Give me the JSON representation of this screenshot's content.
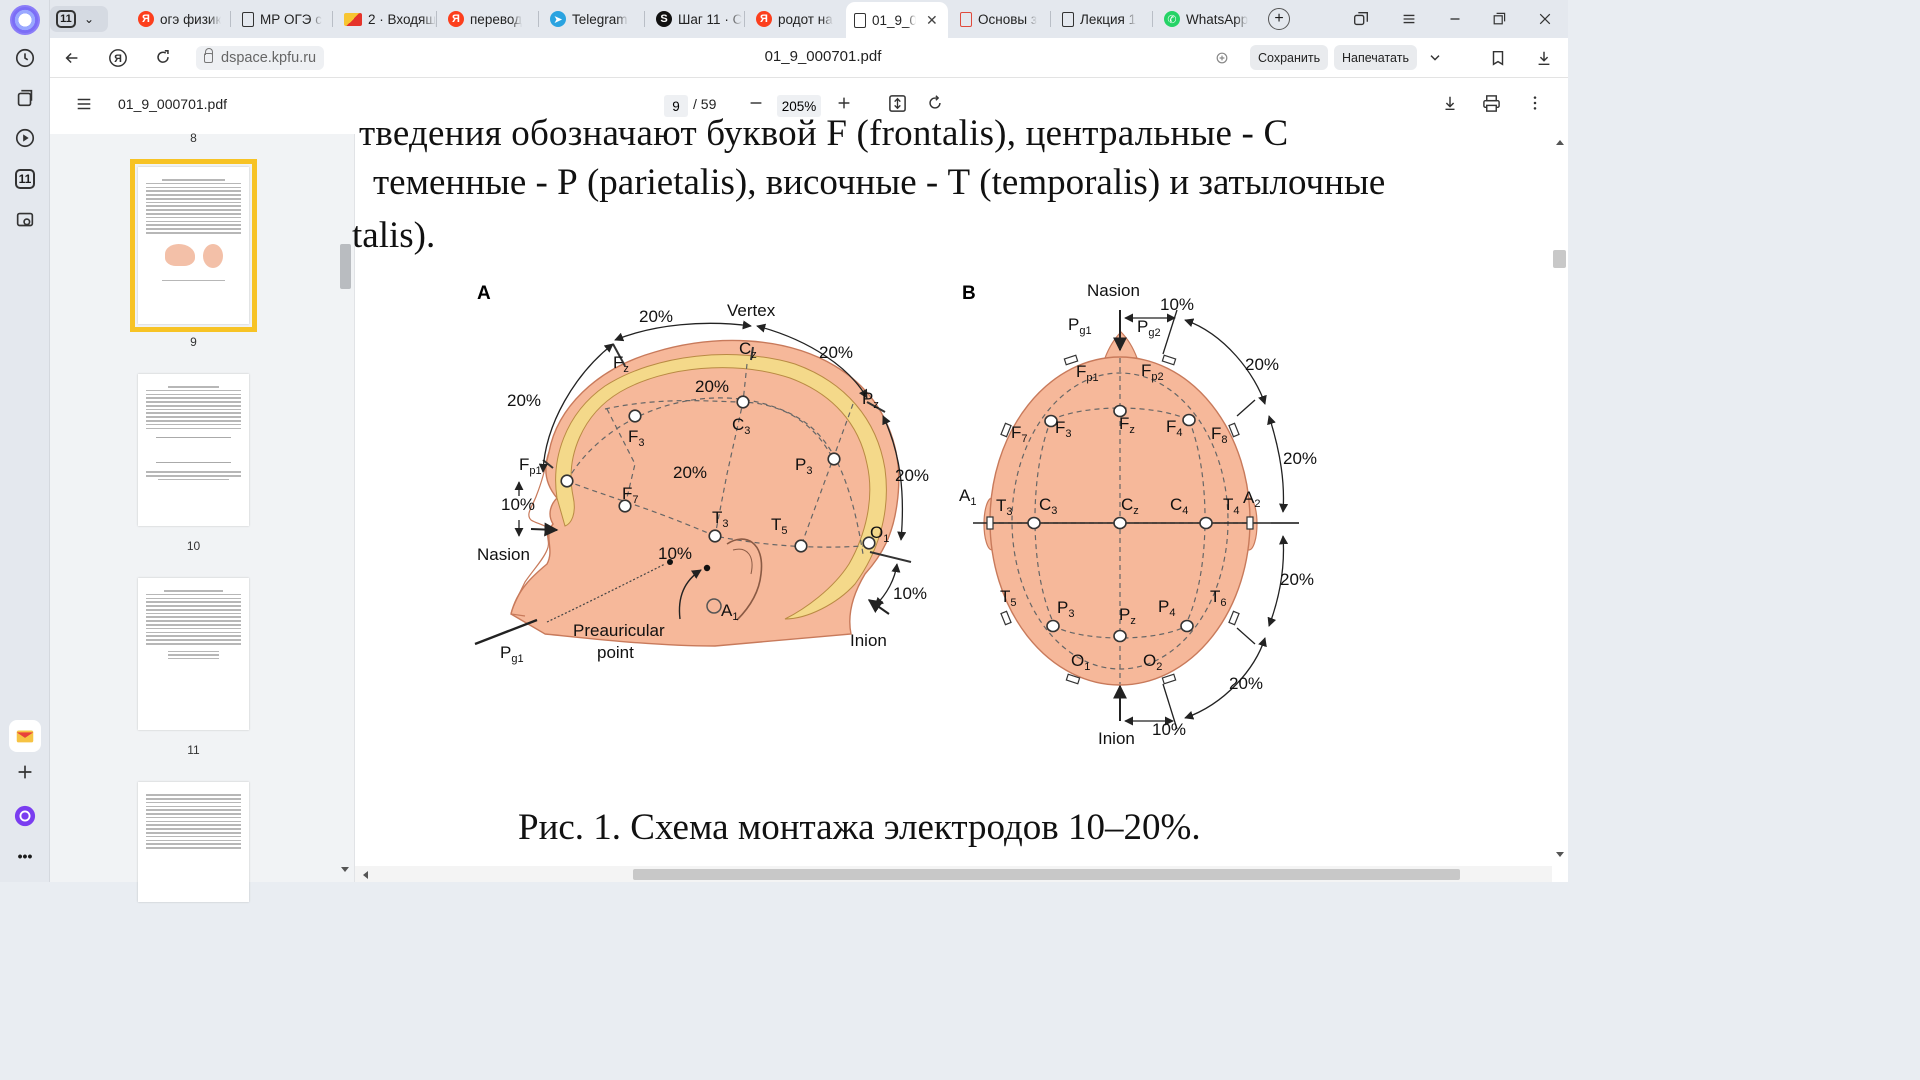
{
  "rail": {
    "items": [
      "history-icon",
      "collections-icon",
      "video-icon",
      "tabs-counter",
      "screenshot-icon"
    ],
    "tabs_count": "11",
    "bottom": [
      "mail-app-icon",
      "add-icon",
      "alice-icon",
      "more-icon"
    ],
    "more_label": "•••"
  },
  "tabs": {
    "counter": "11",
    "items": [
      {
        "label": "огэ физик",
        "favicon": "ya"
      },
      {
        "label": "МР ОГЭ с",
        "favicon": "doc"
      },
      {
        "label": "2 · Входящ",
        "favicon": "mail"
      },
      {
        "label": "перевод",
        "favicon": "ya"
      },
      {
        "label": "Telegram",
        "favicon": "tg"
      },
      {
        "label": "Шаг 11 · С",
        "favicon": "stepik"
      },
      {
        "label": "родот на",
        "favicon": "ya"
      },
      {
        "label": "01_9_0",
        "favicon": "doc",
        "active": true
      },
      {
        "label": "Основы з",
        "favicon": "pdf"
      },
      {
        "label": "Лекция 1",
        "favicon": "doc"
      },
      {
        "label": "WhatsApp",
        "favicon": "wa"
      }
    ],
    "close_glyph": "✕",
    "new_tab_glyph": "+"
  },
  "addressbar": {
    "url": "dspace.kpfu.ru",
    "page_title": "01_9_000701.pdf",
    "save_label": "Сохранить",
    "print_label": "Напечатать"
  },
  "pdf": {
    "filename": "01_9_000701.pdf",
    "current_page": "9",
    "total_pages": "/ 59",
    "zoom": "205%"
  },
  "sidebar": {
    "thumbnails": [
      {
        "page": "8"
      },
      {
        "page": "9",
        "selected": true
      },
      {
        "page": "10"
      },
      {
        "page": "11"
      }
    ]
  },
  "document": {
    "line1": "тведения обозначают буквой F (frontalis), центральные - С",
    "line2": "теменные - Р (parietalis), височные - Т (temporalis) и затылочные",
    "line3": "talis).",
    "caption": "Рис. 1. Схема монтажа электродов 10–20%.",
    "figure": {
      "panel_a": "A",
      "panel_b": "B",
      "a_labels": {
        "vertex": "Vertex",
        "nasion": "Nasion",
        "inion": "Inion",
        "preauricular_1": "Preauricular",
        "preauricular_2": "point",
        "p20a": "20%",
        "p20b": "20%",
        "p20c": "20%",
        "p20d": "20%",
        "p20e": "20%",
        "p20f": "20%",
        "p10a": "10%",
        "p10b": "10%",
        "p10c": "10%"
      },
      "b_labels": {
        "nasion": "Nasion",
        "inion": "Inion",
        "p10a": "10%",
        "p10b": "10%",
        "p20a": "20%",
        "p20b": "20%",
        "p20c": "20%",
        "p20d": "20%"
      }
    }
  },
  "colors": {
    "skin": "#f6b89a",
    "skin_edge": "#c87a5b",
    "bone": "#f4d98a",
    "accent_selected": "#f7c325"
  }
}
